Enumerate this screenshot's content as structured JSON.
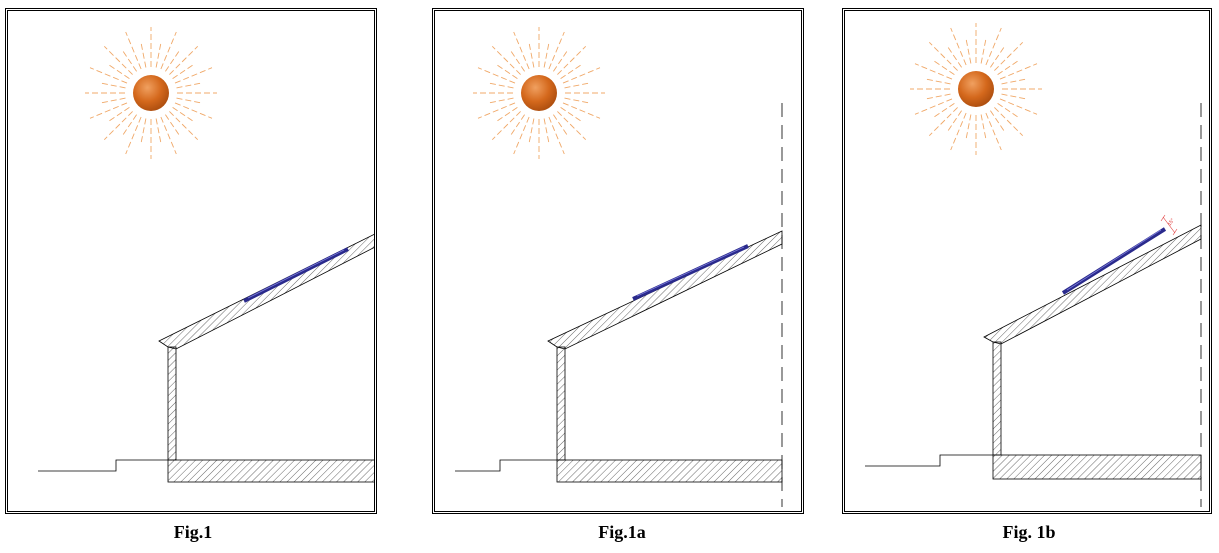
{
  "figures": [
    {
      "caption": "Fig.1",
      "panel_mount": "flush",
      "panel_offset_label": ""
    },
    {
      "caption": "Fig.1a",
      "panel_mount": "flush",
      "panel_offset_label": ""
    },
    {
      "caption": "Fig. 1b",
      "panel_mount": "elevated",
      "panel_offset_label": "15°"
    }
  ],
  "colors": {
    "sun_core": "#d4681c",
    "sun_rays": "#f0a868",
    "solar_panel": "#2a2a8c",
    "hatch": "#000000",
    "dimension": "#e03c3c"
  },
  "icons": [
    "sun-icon",
    "solar-panel-icon"
  ]
}
